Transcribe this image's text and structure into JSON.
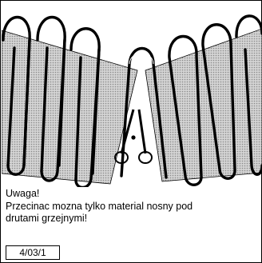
{
  "caption": {
    "heading": "Uwaga!",
    "line1": "Przecinac mozna tylko material nosny pod",
    "line2": "drutami  grzejnymi!"
  },
  "figure_code": "4/03/1",
  "icons": {
    "cut_tool": "scissors-icon"
  },
  "colors": {
    "mesh_fill": "#c6c6c6",
    "wire": "#000000",
    "background": "#ffffff"
  }
}
